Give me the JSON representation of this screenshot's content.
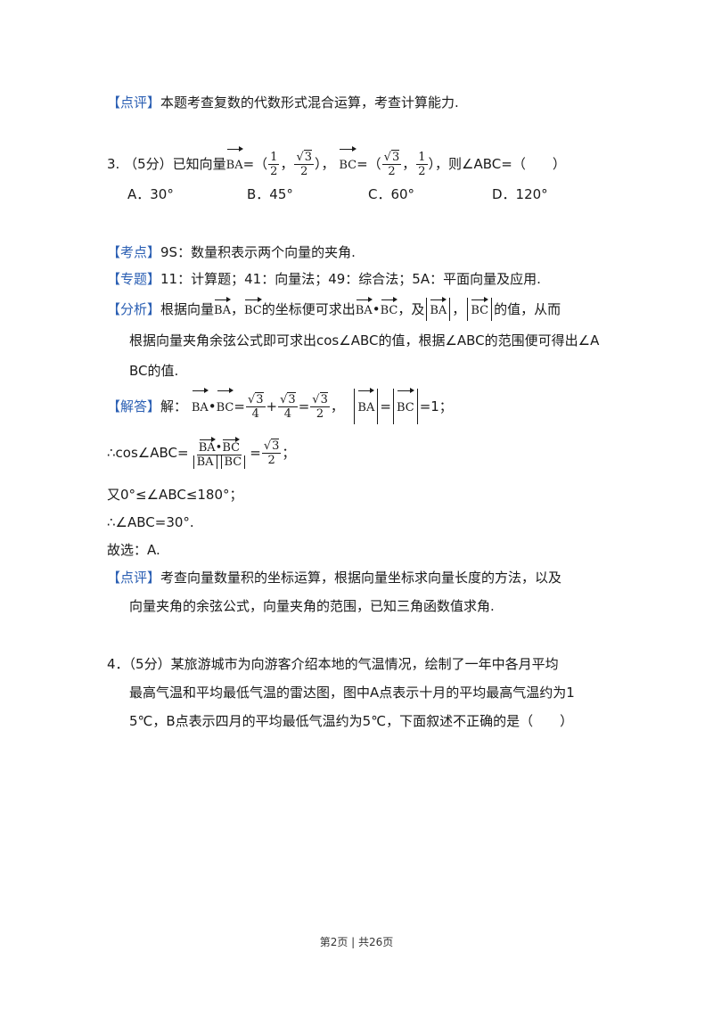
{
  "remark_prev": {
    "tag": "【点评】",
    "text": "本题考查复数的代数形式混合运算，考查计算能力."
  },
  "q3": {
    "number": "3.",
    "score": "（5分）已知向量",
    "vec_ba": "BA",
    "eq1": "=（",
    "half": "1",
    "two": "2",
    "root3": "3",
    "comma": "，",
    "close1": "），",
    "vec_bc": "BC",
    "eq2": "=（",
    "close2": "），则∠ABC=（　　）",
    "options": [
      "A．30°",
      "B．45°",
      "C．60°",
      "D．120°"
    ]
  },
  "kaodian": {
    "tag": "【考点】",
    "text": "9S：数量积表示两个向量的夹角."
  },
  "zhuanti": {
    "tag": "【专题】",
    "text": "11：计算题；41：向量法；49：综合法；5A：平面向量及应用."
  },
  "fenxi": {
    "tag": "【分析】",
    "text1a": "根据向量",
    "text1b": "的坐标便可求出",
    "text1c": "，及",
    "text1d": "的值，从而",
    "dot": "•",
    "line2": "根据向量夹角余弦公式即可求出cos∠ABC的值，根据∠ABC的范围便可得出∠A",
    "line3": "BC的值."
  },
  "jieda": {
    "tag": "【解答】",
    "jie": "解：",
    "four": "4",
    "plus": "+",
    "eq": "=",
    "abs_eq": "=1；",
    "cos_prefix": "∴cos∠ABC=",
    "semicolon": "；",
    "range": "又0°≤∠ABC≤180°；",
    "result": "∴∠ABC=30°.",
    "choose": "故选：A."
  },
  "remark": {
    "tag": "【点评】",
    "line1": "考查向量数量积的坐标运算，根据向量坐标求向量长度的方法，以及",
    "line2": "向量夹角的余弦公式，向量夹角的范围，已知三角函数值求角."
  },
  "q4": {
    "line1": "4．（5分）某旅游城市为向游客介绍本地的气温情况，绘制了一年中各月平均",
    "line2": "最高气温和平均最低气温的雷达图，图中A点表示十月的平均最高气温约为1",
    "line3": "5℃，B点表示四月的平均最低气温约为5℃，下面叙述不正确的是（　　）"
  },
  "footer": "第2页 | 共26页"
}
